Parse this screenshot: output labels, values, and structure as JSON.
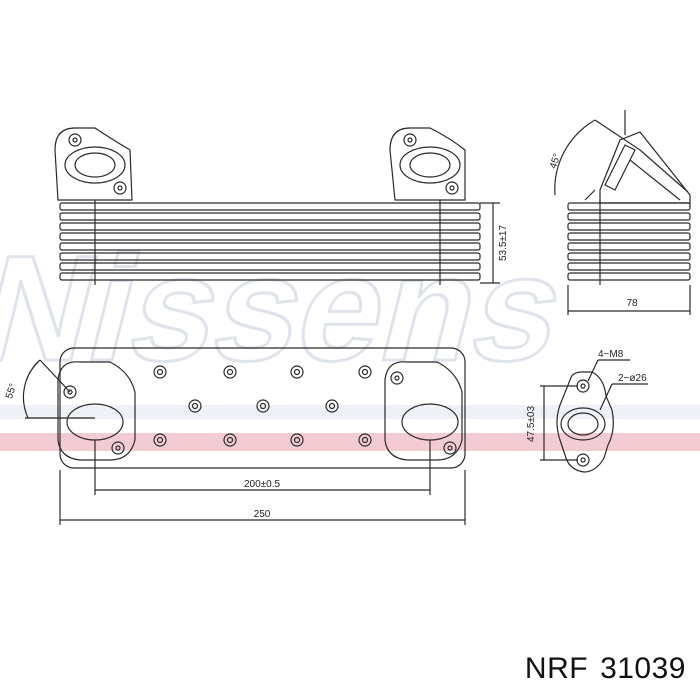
{
  "part": {
    "brand": "NRF",
    "number": "31039"
  },
  "watermark": {
    "text": "Nissens",
    "band_color": "#e8a3ad",
    "logo_color": "#d7dde8"
  },
  "dimensions": {
    "fin_height": "53.5±17",
    "angle_top": "45°",
    "depth": "78",
    "angle_left": "55°",
    "bolts": "4−M8",
    "ports": "2−ø26",
    "flange_height": "47.5±03",
    "hole_spacing": "200±0.5",
    "overall_length": "250"
  },
  "colors": {
    "line": "#2a2a2a"
  }
}
